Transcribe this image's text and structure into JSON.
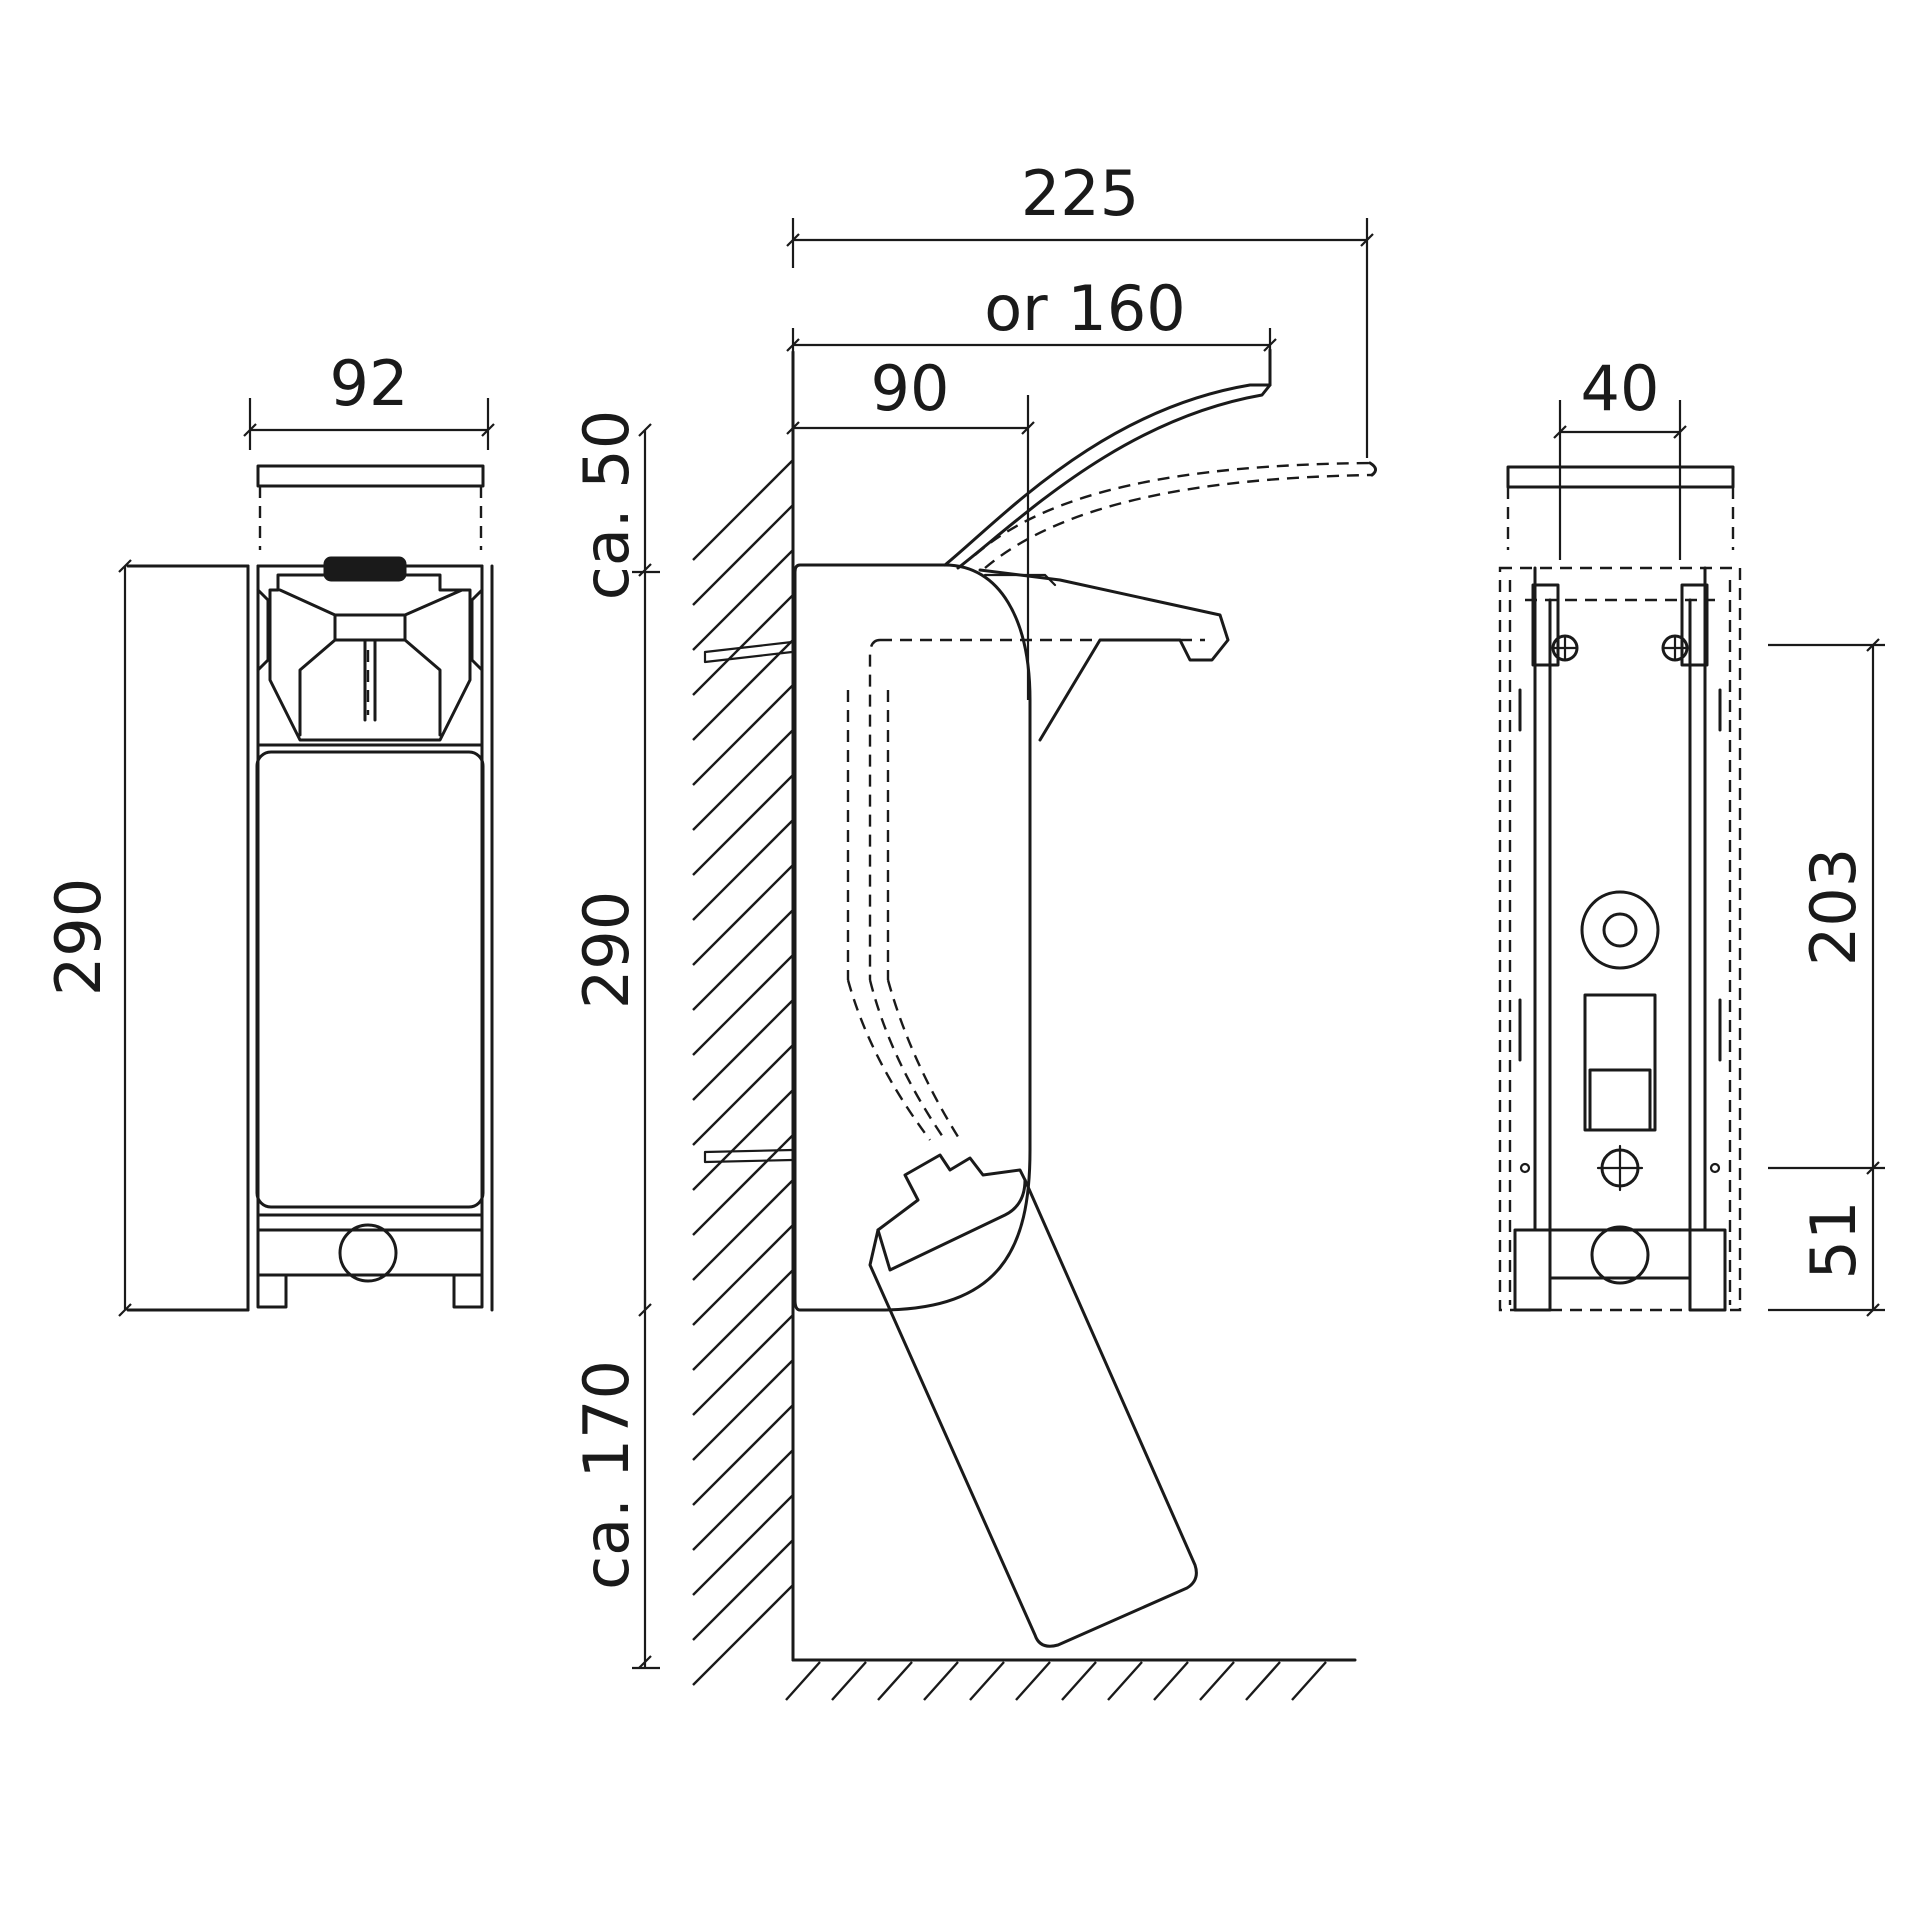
{
  "front_view": {
    "width_label": "92",
    "height_label": "290"
  },
  "side_view": {
    "total_reach_label": "225",
    "alt_reach_label": "or 160",
    "depth_label": "90",
    "top_clearance_label": "ca. 50",
    "height_label": "290",
    "floor_clearance_label": "ca. 170"
  },
  "back_view": {
    "hole_spacing_label": "40",
    "upper_mount_label": "203",
    "lower_mount_label": "51"
  },
  "colors": {
    "line": "#1a1a1a",
    "background": "#ffffff"
  }
}
